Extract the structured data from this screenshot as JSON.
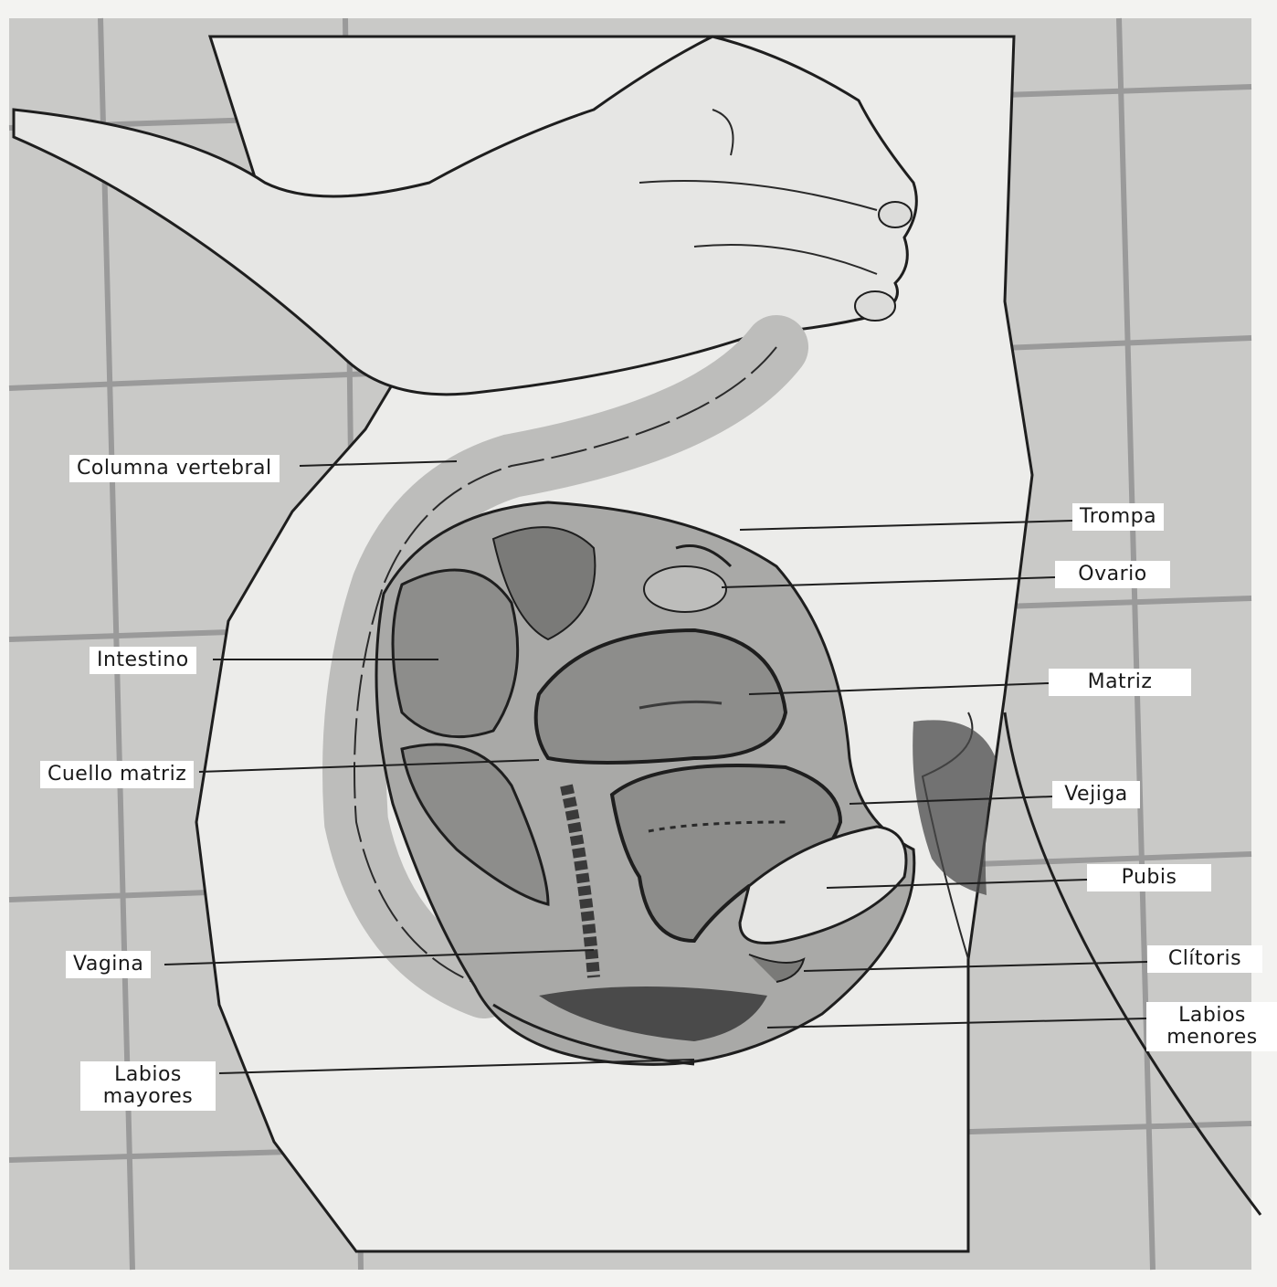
{
  "labels": {
    "columna_vertebral": "Columna vertebral",
    "intestino": "Intestino",
    "cuello_matriz": "Cuello matriz",
    "vagina": "Vagina",
    "labios_mayores_1": "Labios",
    "labios_mayores_2": "mayores",
    "trompa": "Trompa",
    "ovario": "Ovario",
    "matriz": "Matriz",
    "vejiga": "Vejiga",
    "pubis": "Pubis",
    "clitoris": "Clítoris",
    "labios_menores_1": "Labios",
    "labios_menores_2": "menores"
  },
  "colors": {
    "background": "#f3f3f1",
    "tile_grid": "#9a9a9a",
    "tile_fill": "#c9c9c7",
    "skin": "#ececea",
    "outline": "#1e1e1e",
    "organ_fill": "#8d8d8b",
    "organ_dark": "#3a3a3a",
    "label_bg": "#ffffff",
    "label_text": "#1a1a1a"
  }
}
